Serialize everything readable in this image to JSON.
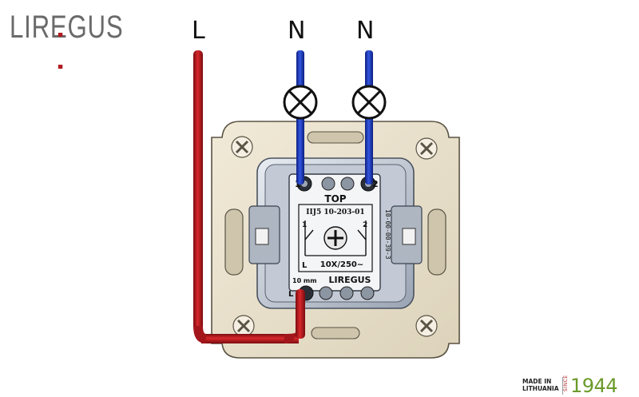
{
  "brand": {
    "logo_text": "LIREGUS"
  },
  "labels": {
    "live": "L",
    "neutral_1": "N",
    "neutral_2": "N"
  },
  "module": {
    "terminal_1": "1",
    "terminal_2": "2",
    "top_mark": "TOP",
    "model": "IIJ5 10-203-01",
    "pole_1": "1",
    "pole_2": "2",
    "rating": "10X/250~",
    "live_mark": "L",
    "strip_length": "10 mm",
    "brand_mark": "LIREGUS",
    "bottom_live": "L",
    "side_code": "10-00-00-39-3"
  },
  "footer": {
    "made_in": "MADE IN",
    "country": "LITHUANIA",
    "since": "SINCE",
    "year": "1944"
  },
  "colors": {
    "live_wire": "#b3181c",
    "neutral_wire": "#1f3fc0",
    "brand_red": "#b01c22",
    "plate": "#e8e0cc"
  }
}
